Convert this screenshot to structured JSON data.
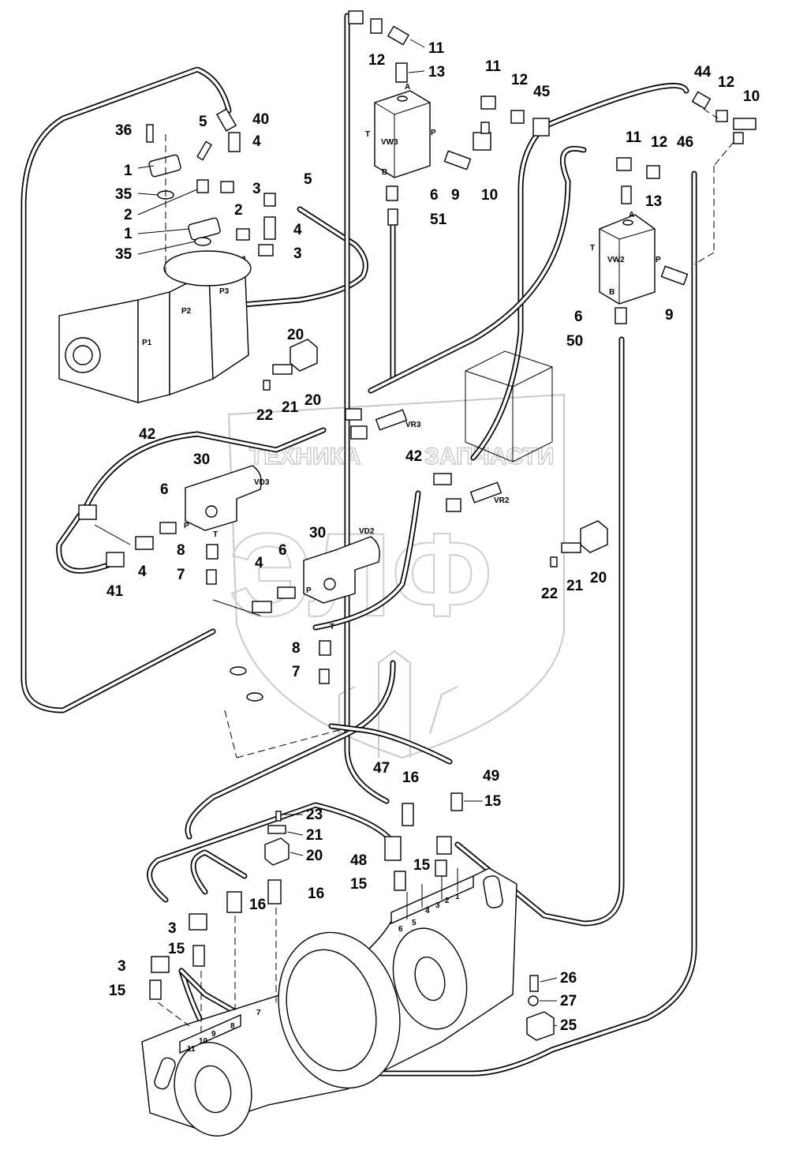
{
  "watermark": {
    "left_text": "ТЕХНИКА",
    "right_text": "ЗАПЧАСТИ",
    "logo_text": "ЭЛФ"
  },
  "component_tags": {
    "P1": "P1",
    "P2": "P2",
    "P3": "P3",
    "VW3": "VW3",
    "VW2": "VW2",
    "VD3": "VD3",
    "VD2": "VD2",
    "VR3": "VR3",
    "VR2": "VR2",
    "A": "A",
    "B": "B",
    "P": "P",
    "T": "T"
  },
  "port_numbers": [
    "1",
    "2",
    "3",
    "4",
    "5",
    "6",
    "7",
    "8",
    "9",
    "10",
    "11"
  ],
  "callouts": {
    "c1a": "1",
    "c1b": "1",
    "c2a": "2",
    "c2b": "2",
    "c3a": "3",
    "c3b": "3",
    "c3c": "3",
    "c3d": "3",
    "c4a": "4",
    "c4b": "4",
    "c4c": "4",
    "c4d": "4",
    "c5a": "5",
    "c5b": "5",
    "c6a": "6",
    "c6b": "6",
    "c6c": "6",
    "c6d": "6",
    "c7a": "7",
    "c7b": "7",
    "c8a": "8",
    "c8b": "8",
    "c9a": "9",
    "c9b": "9",
    "c10a": "10",
    "c10b": "10",
    "c11a": "11",
    "c11b": "11",
    "c11c": "11",
    "c12a": "12",
    "c12b": "12",
    "c12c": "12",
    "c12d": "12",
    "c13a": "13",
    "c13b": "13",
    "c15a": "15",
    "c15b": "15",
    "c15c": "15",
    "c15d": "15",
    "c15e": "15",
    "c16a": "16",
    "c16b": "16",
    "c16c": "16",
    "c20a": "20",
    "c20b": "20",
    "c20c": "20",
    "c21a": "21",
    "c21b": "21",
    "c21c": "21",
    "c22a": "22",
    "c22b": "22",
    "c23": "23",
    "c25": "25",
    "c26": "26",
    "c27": "27",
    "c30a": "30",
    "c30b": "30",
    "c35a": "35",
    "c35b": "35",
    "c36": "36",
    "c40": "40",
    "c41": "41",
    "c42a": "42",
    "c42b": "42",
    "c44": "44",
    "c45": "45",
    "c46": "46",
    "c47": "47",
    "c48": "48",
    "c49": "49",
    "c50": "50",
    "c51": "51"
  }
}
